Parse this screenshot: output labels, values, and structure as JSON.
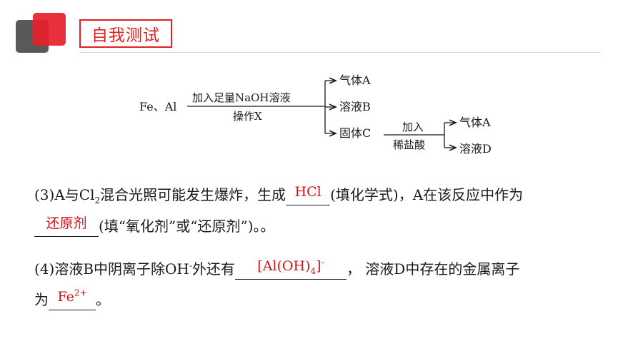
{
  "header": {
    "title": "自我测试"
  },
  "diagram": {
    "reactants": "Fe、Al",
    "step1_top": "加入足量NaOH溶液",
    "step1_bottom": "操作X",
    "product_gas": "气体A",
    "product_solution": "溶液B",
    "product_solid": "固体C",
    "step2_top": "加入",
    "step2_bottom": "稀盐酸",
    "product2_gas": "气体A",
    "product2_solution": "溶液D"
  },
  "q3": {
    "prefix": "(3)A与Cl",
    "sub": "2",
    "mid": "混合光照可能发生爆炸，生成",
    "answer1": "HCl",
    "after1": "(填化学式)，A在该反应中作为",
    "answer2": "还原剂",
    "after2": "(填“氧化剂”或“还原剂”)。。"
  },
  "q4": {
    "prefix": "(4)溶液B中阴离子除OH",
    "sup": "-",
    "mid": "外还有",
    "answer1_main": "[Al(OH)",
    "answer1_sub": "4",
    "answer1_close": "]",
    "answer1_sup": "-",
    "after1": "， 溶液D中存在的金属离子",
    "line2_prefix": "为",
    "answer2_main": "Fe",
    "answer2_sup": "2+",
    "after2": "。"
  }
}
